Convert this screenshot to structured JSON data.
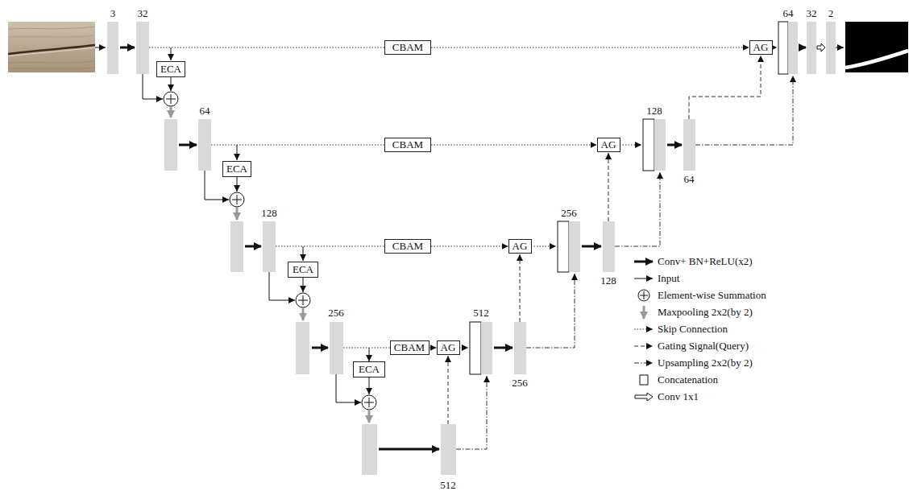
{
  "diagram": {
    "nodes": [
      {
        "text": [
          "CBAM"
        ]
      },
      {
        "text": [
          "AG"
        ]
      },
      {
        "text": [
          "ECA"
        ]
      },
      {
        "text": [
          "CBAM"
        ]
      },
      {
        "text": [
          "AG"
        ]
      },
      {
        "text": [
          "ECA"
        ]
      },
      {
        "text": [
          "CBAM"
        ]
      },
      {
        "text": [
          "AG"
        ]
      },
      {
        "text": [
          "ECA"
        ]
      },
      {
        "text": [
          "CBAM"
        ]
      },
      {
        "text": [
          "AG"
        ]
      },
      {
        "text": [
          "ECA"
        ]
      }
    ],
    "edges": [
      {
        "from": 0,
        "to": 1,
        "arrow": "to"
      },
      {
        "from": 3,
        "to": 4,
        "arrow": "to"
      },
      {
        "from": 6,
        "to": 7,
        "arrow": "to"
      },
      {
        "from": 9,
        "to": 10,
        "arrow": "to"
      }
    ],
    "labels": [
      "3",
      "32",
      "64",
      "32",
      "2",
      "64",
      "128",
      "64",
      "128",
      "256",
      "128",
      "256",
      "512",
      "256",
      "512"
    ],
    "legend": [
      {
        "text": "Conv+ BN+ReLU(x2)"
      },
      {
        "text": "Input"
      },
      {
        "text": "Element-wise Summation"
      },
      {
        "text": "Maxpooling 2x2(by 2)"
      },
      {
        "text": "Skip Connection"
      },
      {
        "text": "Gating Signal(Query)"
      },
      {
        "text": "Upsampling 2x2(by 2)"
      },
      {
        "text": "Concatenation"
      },
      {
        "text": "Conv 1x1"
      }
    ]
  }
}
